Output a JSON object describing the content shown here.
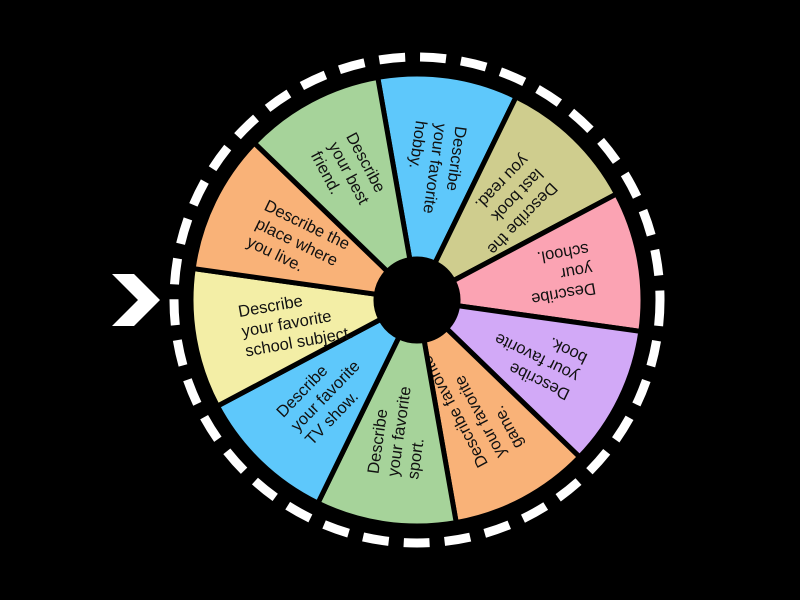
{
  "wheel": {
    "border_color": "#ffffff",
    "background_color": "#000000",
    "hub_color": "#000000",
    "pointer_color": "#ffffff",
    "pointer_icon": "chevron-right-icon",
    "segments": [
      {
        "lines": [
          "Describe",
          "your favorite",
          "hobby."
        ],
        "color": "#5ec8fb"
      },
      {
        "lines": [
          "Describe the",
          "last book",
          "you read."
        ],
        "color": "#cfcd8e"
      },
      {
        "lines": [
          "Describe",
          "your",
          "school."
        ],
        "color": "#fba3b3"
      },
      {
        "lines": [
          "Describe",
          "your favorite",
          "book."
        ],
        "color": "#d2a9f7"
      },
      {
        "lines": [
          "Describe favorite",
          "your favorite",
          "game."
        ],
        "color": "#f9b278"
      },
      {
        "lines": [
          "Describe",
          "your favorite",
          "sport."
        ],
        "color": "#a6d39a"
      },
      {
        "lines": [
          "Describe",
          "your favorite",
          "TV show."
        ],
        "color": "#5ec8fb"
      },
      {
        "lines": [
          "Describe",
          "your favorite",
          "school subject."
        ],
        "color": "#f3eea6"
      },
      {
        "lines": [
          "Describe the",
          "place where",
          "you live."
        ],
        "color": "#f9b278"
      },
      {
        "lines": [
          "Describe",
          "your best",
          "friend."
        ],
        "color": "#a6d39a"
      }
    ]
  }
}
